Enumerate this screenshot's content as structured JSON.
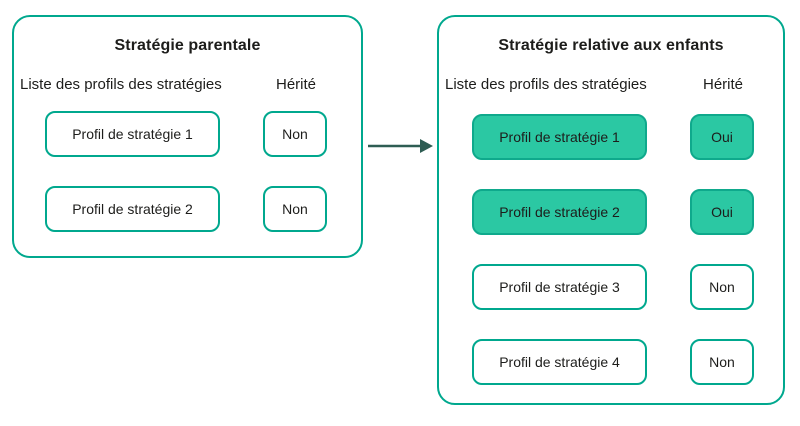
{
  "colors": {
    "outline": "#00A88E",
    "highlight_fill": "#2BC8A3",
    "highlight_border": "#0FA98C",
    "arrow": "#2E5D53",
    "text": "#1D1D1B"
  },
  "arrow_icon": "right-arrow",
  "parent_panel": {
    "title": "Stratégie parentale",
    "profiles_header": "Liste des profils des stratégies",
    "inherited_header": "Hérité",
    "rows": [
      {
        "profile": "Profil de stratégie 1",
        "inherited": "Non",
        "highlighted": false
      },
      {
        "profile": "Profil de stratégie 2",
        "inherited": "Non",
        "highlighted": false
      }
    ]
  },
  "child_panel": {
    "title": "Stratégie relative aux enfants",
    "profiles_header": "Liste des profils des stratégies",
    "inherited_header": "Hérité",
    "rows": [
      {
        "profile": "Profil de stratégie 1",
        "inherited": "Oui",
        "highlighted": true
      },
      {
        "profile": "Profil de stratégie 2",
        "inherited": "Oui",
        "highlighted": true
      },
      {
        "profile": "Profil de stratégie 3",
        "inherited": "Non",
        "highlighted": false
      },
      {
        "profile": "Profil de stratégie 4",
        "inherited": "Non",
        "highlighted": false
      }
    ]
  }
}
